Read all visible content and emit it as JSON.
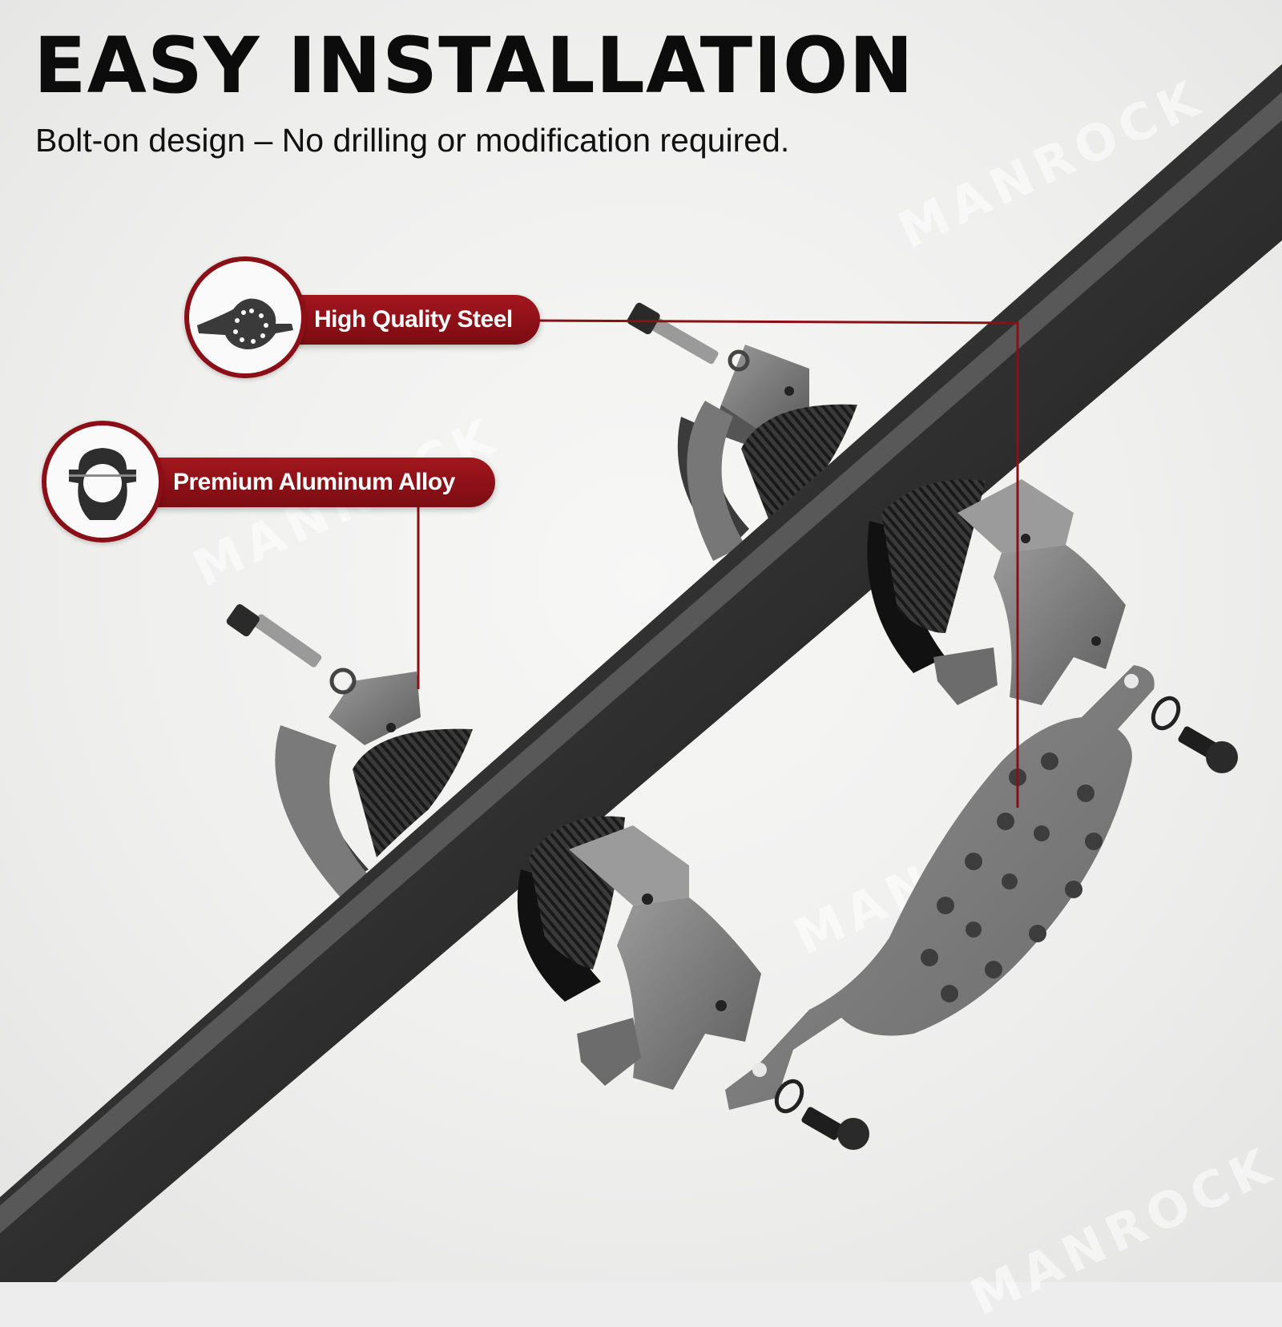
{
  "header": {
    "title": "EASY INSTALLATION",
    "subtitle": "Bolt-on design – No drilling or modification required."
  },
  "callouts": {
    "steel_label": "High Quality Steel",
    "aluminum_label": "Premium Aluminum Alloy"
  },
  "watermark": {
    "text": "MANROCK"
  },
  "colors": {
    "accent": "#8a0f16",
    "title": "#0c0c0c",
    "metal": "#6e6e6e"
  }
}
